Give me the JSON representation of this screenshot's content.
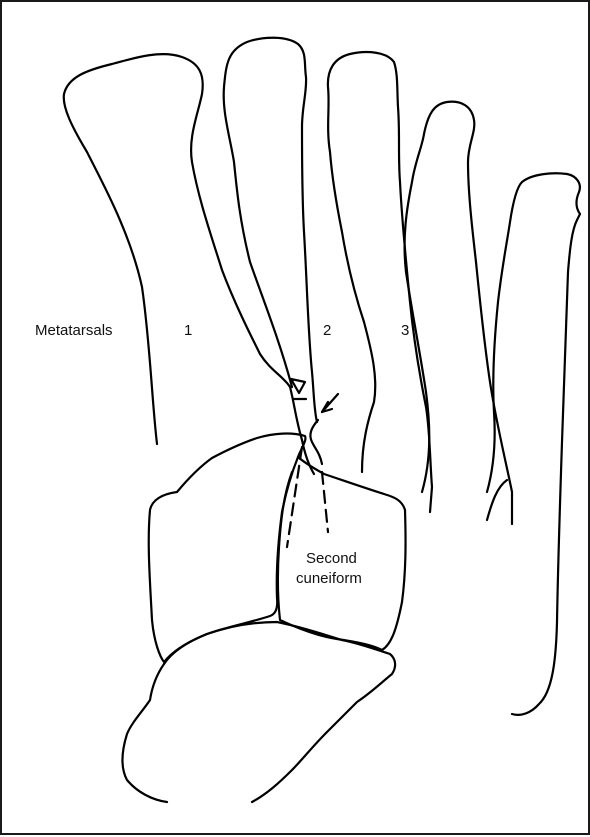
{
  "labels": {
    "metatarsals": "Metatarsals",
    "mt1": "1",
    "mt2": "2",
    "mt3": "3",
    "cuneiform_line1": "Second",
    "cuneiform_line2": "cuneiform"
  },
  "colors": {
    "stroke": "#000000",
    "background": "#ffffff",
    "border": "#1a1a1a"
  }
}
